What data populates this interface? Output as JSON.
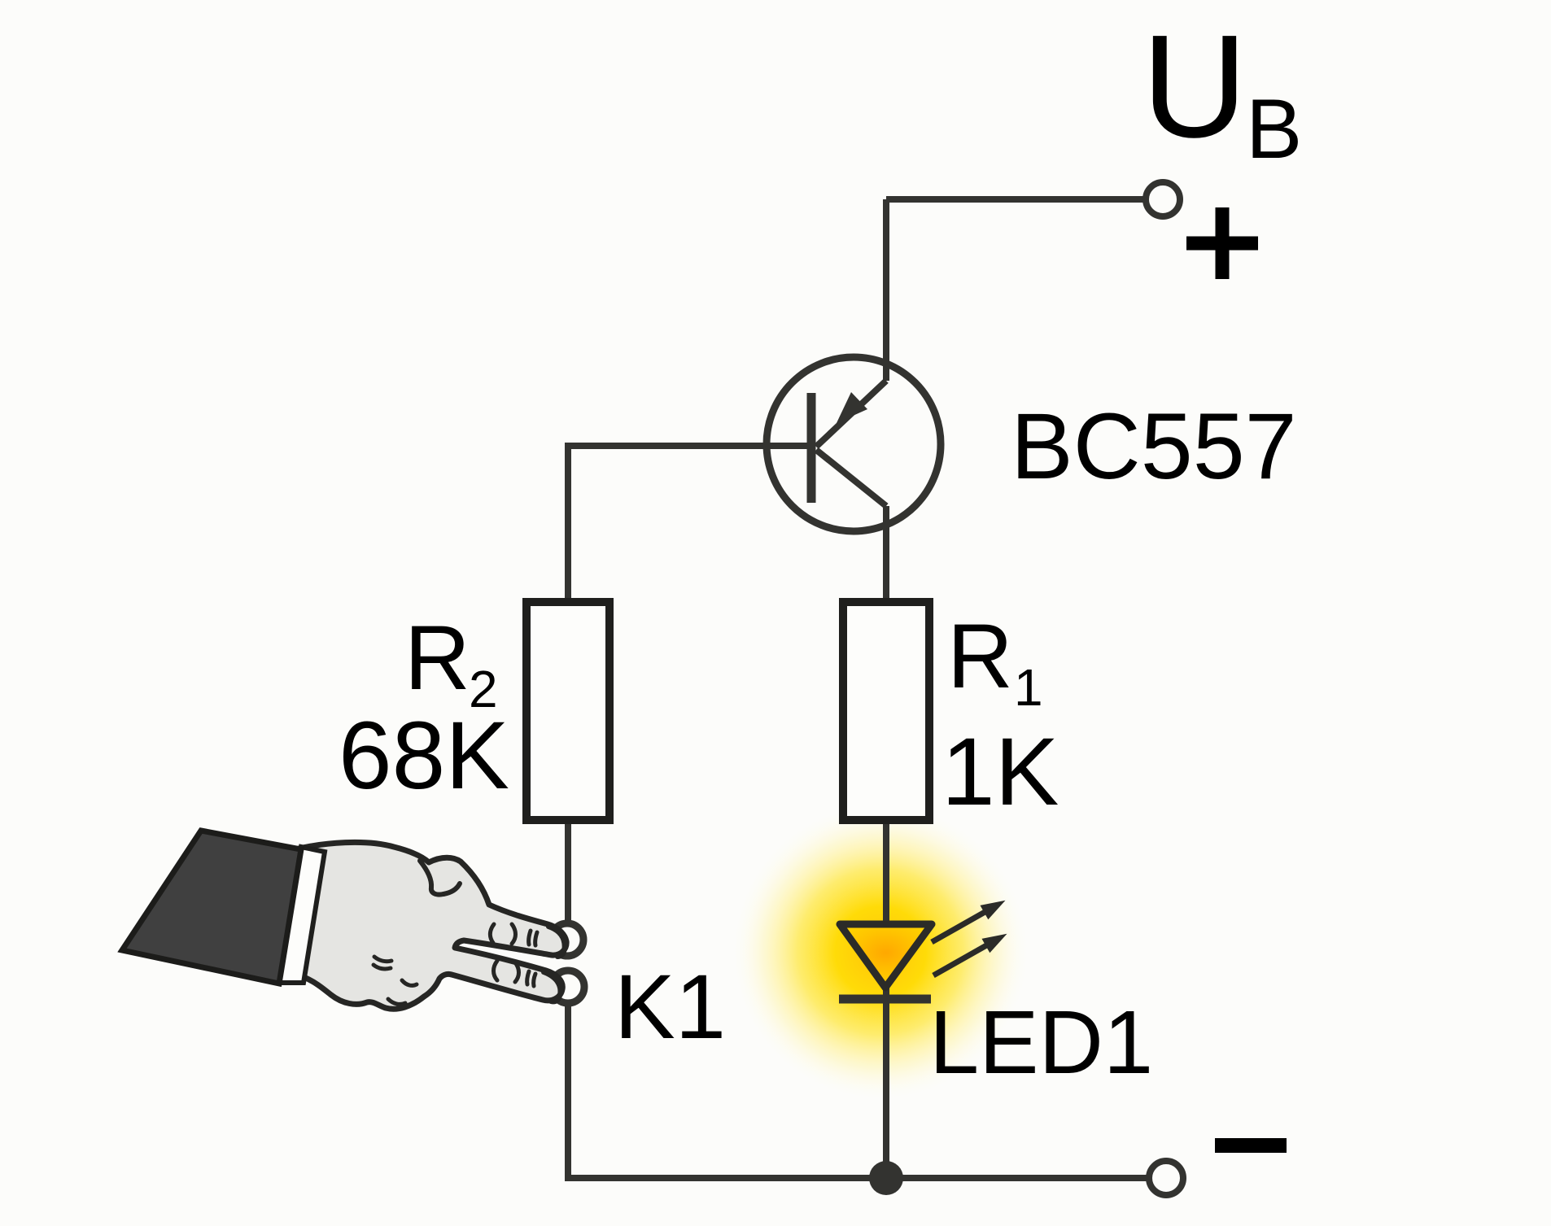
{
  "circuit": {
    "supply": {
      "name_main": "U",
      "name_sub": "B",
      "plus": "+",
      "minus": "−"
    },
    "transistor": {
      "ref": "BC557",
      "symbol": "pnp-transistor"
    },
    "r2": {
      "name": "R",
      "sub": "2",
      "value": "68K"
    },
    "r1": {
      "name": "R",
      "sub": "1",
      "value": "1K"
    },
    "led": {
      "ref": "LED1",
      "symbol": "glowing-led-with-light-arrows"
    },
    "contacts": {
      "ref": "K1",
      "symbol": "touch-contact-pair"
    },
    "hand": {
      "symbol": "hand-two-fingers-touching-contacts"
    }
  },
  "colors": {
    "background": "#fcfcfa",
    "ink": "#333330",
    "text": "#000000",
    "glow_core": "#ffc30a",
    "glow_mid": "#ffe100",
    "led_center": "#ffa800",
    "led_edge": "#ffdf00",
    "hand_fill": "#e5e5e2",
    "sleeve_fill": "#404040",
    "cuff_fill": "#fdfdfb"
  }
}
